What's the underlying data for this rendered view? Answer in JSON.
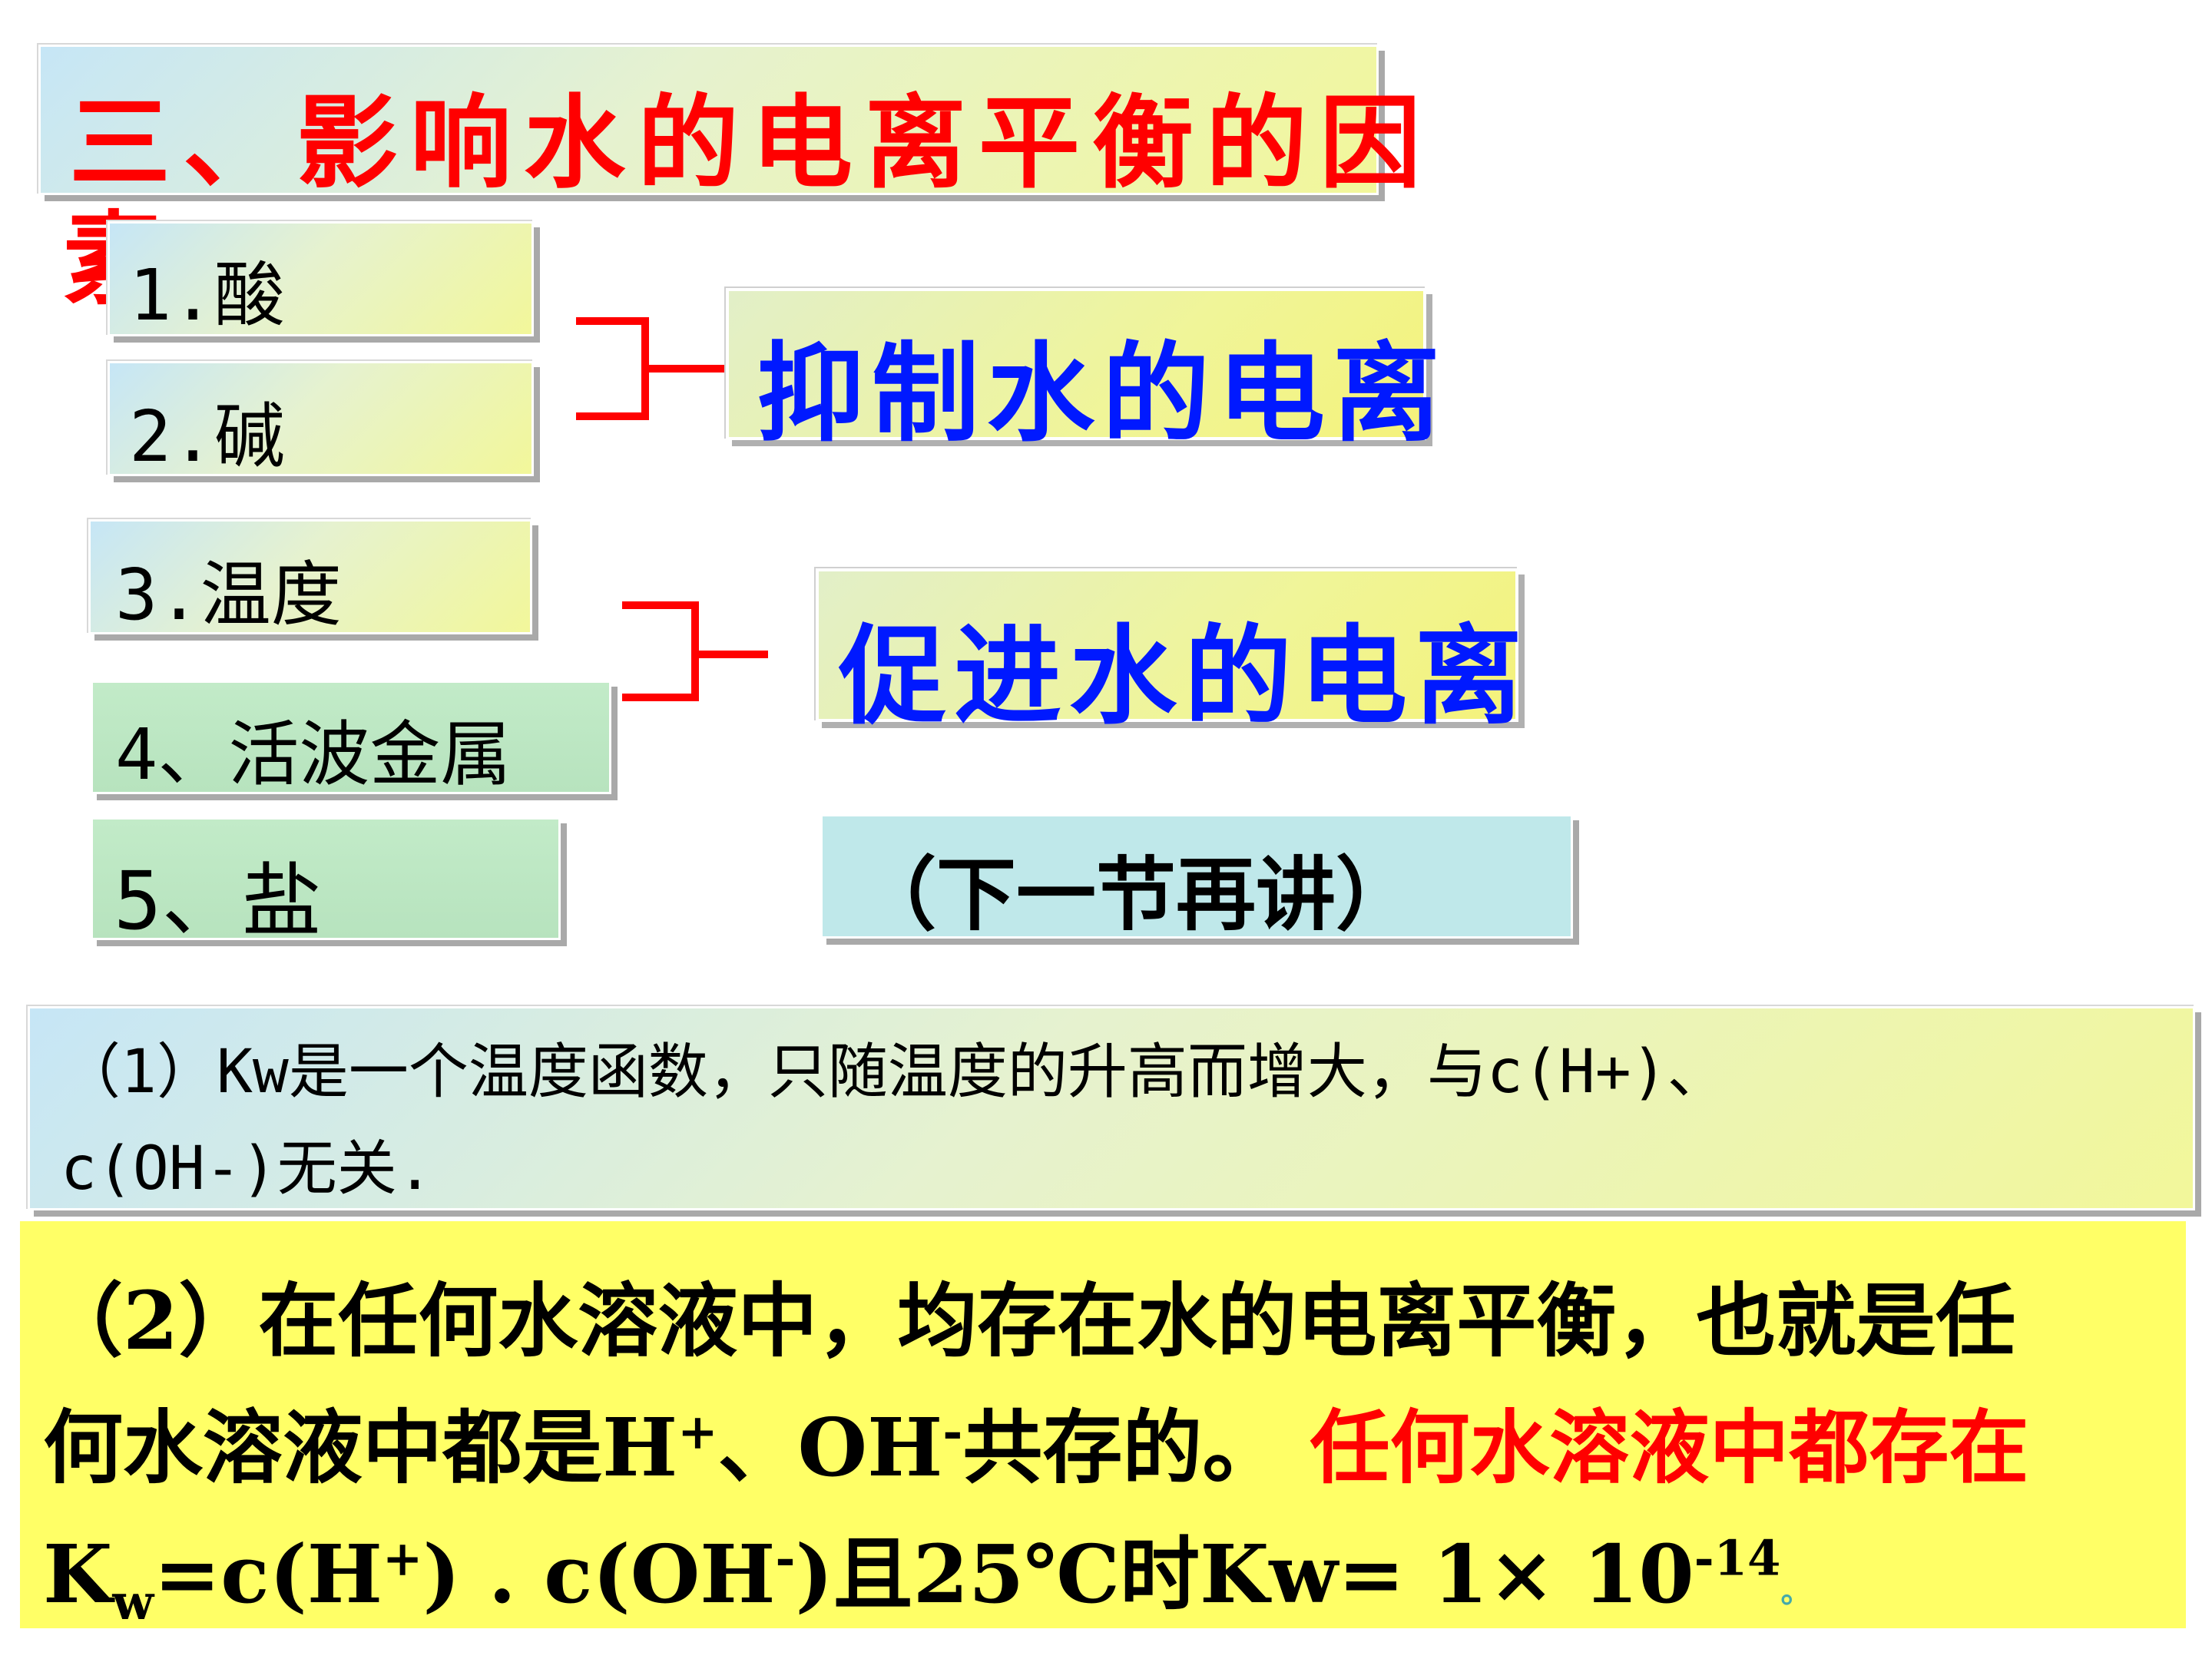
{
  "title": {
    "line1": "三、影响水的电离平衡的因",
    "line2": "素"
  },
  "factors": [
    {
      "label": "1.酸"
    },
    {
      "label": "2.碱"
    },
    {
      "label": "3.温度"
    },
    {
      "label": "4、活波金属"
    },
    {
      "label": "5、盐"
    }
  ],
  "effects": {
    "inhibit": "抑制水的电离",
    "promote": "促进水的电离",
    "next": "（下一节再讲）"
  },
  "note1": "（1）Kw是一个温度函数，只随温度的升高而增大，与c(H+)、\nc(OH-)无关.",
  "note2": {
    "line1": "（2）在任何水溶液中，均存在水的电离平衡，也就是任",
    "line2_a": "何水溶液中都是H",
    "line2_sup1": "+",
    "line2_b": "、OH",
    "line2_sup2": "-",
    "line2_c": "共存的。",
    "line2_red": " 任何水溶液中都存在",
    "line3_k": "K",
    "line3_sub": "w",
    "line3_a": "=c(H",
    "line3_sup1": "+",
    "line3_b": ") . c(OH",
    "line3_sup2": "-",
    "line3_c": ")且25℃时Kw= 1× 10",
    "line3_exp": "-14",
    "line3_end": "。"
  },
  "colors": {
    "title": "#ff0000",
    "effect_text": "#0019ff",
    "bracket": "#ff0000",
    "highlight": "#ffff66"
  }
}
